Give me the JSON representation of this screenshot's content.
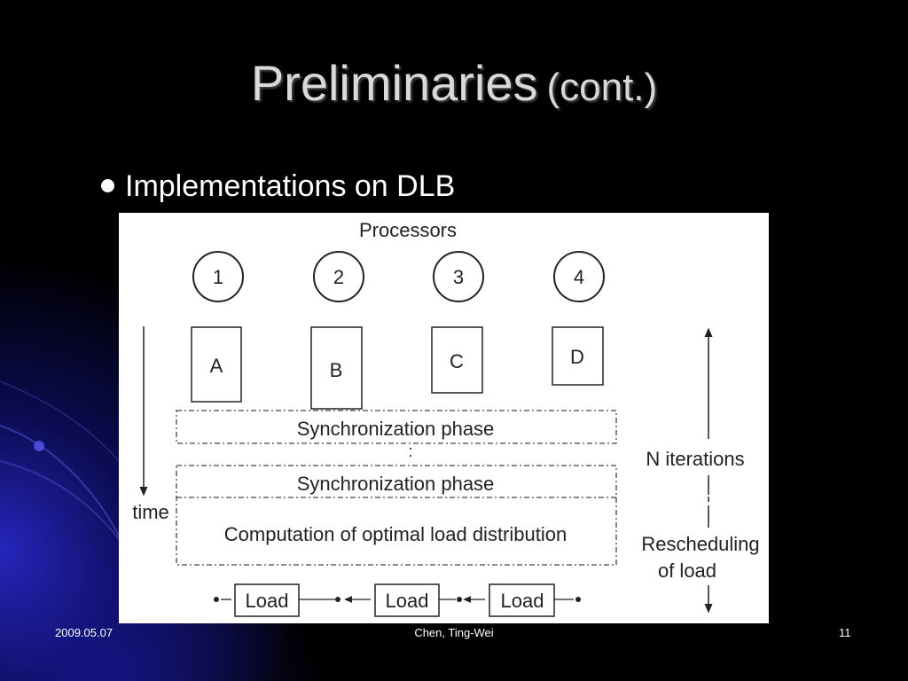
{
  "slide": {
    "title": "Preliminaries",
    "title_suffix": "(cont.)",
    "bullet": "Implementations on DLB"
  },
  "diagram": {
    "header": "Processors",
    "processors": [
      "1",
      "2",
      "3",
      "4"
    ],
    "tasks": [
      "A",
      "B",
      "C",
      "D"
    ],
    "sync_phase_1": "Synchronization phase",
    "ellipsis": ":",
    "sync_phase_2": "Synchronization phase",
    "computation": "Computation of optimal load distribution",
    "time_label": "time",
    "iterations_label": "N iterations",
    "rescheduling_line1": "Rescheduling",
    "rescheduling_line2": "of load",
    "loads": [
      "Load",
      "Load",
      "Load"
    ]
  },
  "footer": {
    "date": "2009.05.07",
    "author": "Chen, Ting-Wei",
    "page": "11"
  }
}
